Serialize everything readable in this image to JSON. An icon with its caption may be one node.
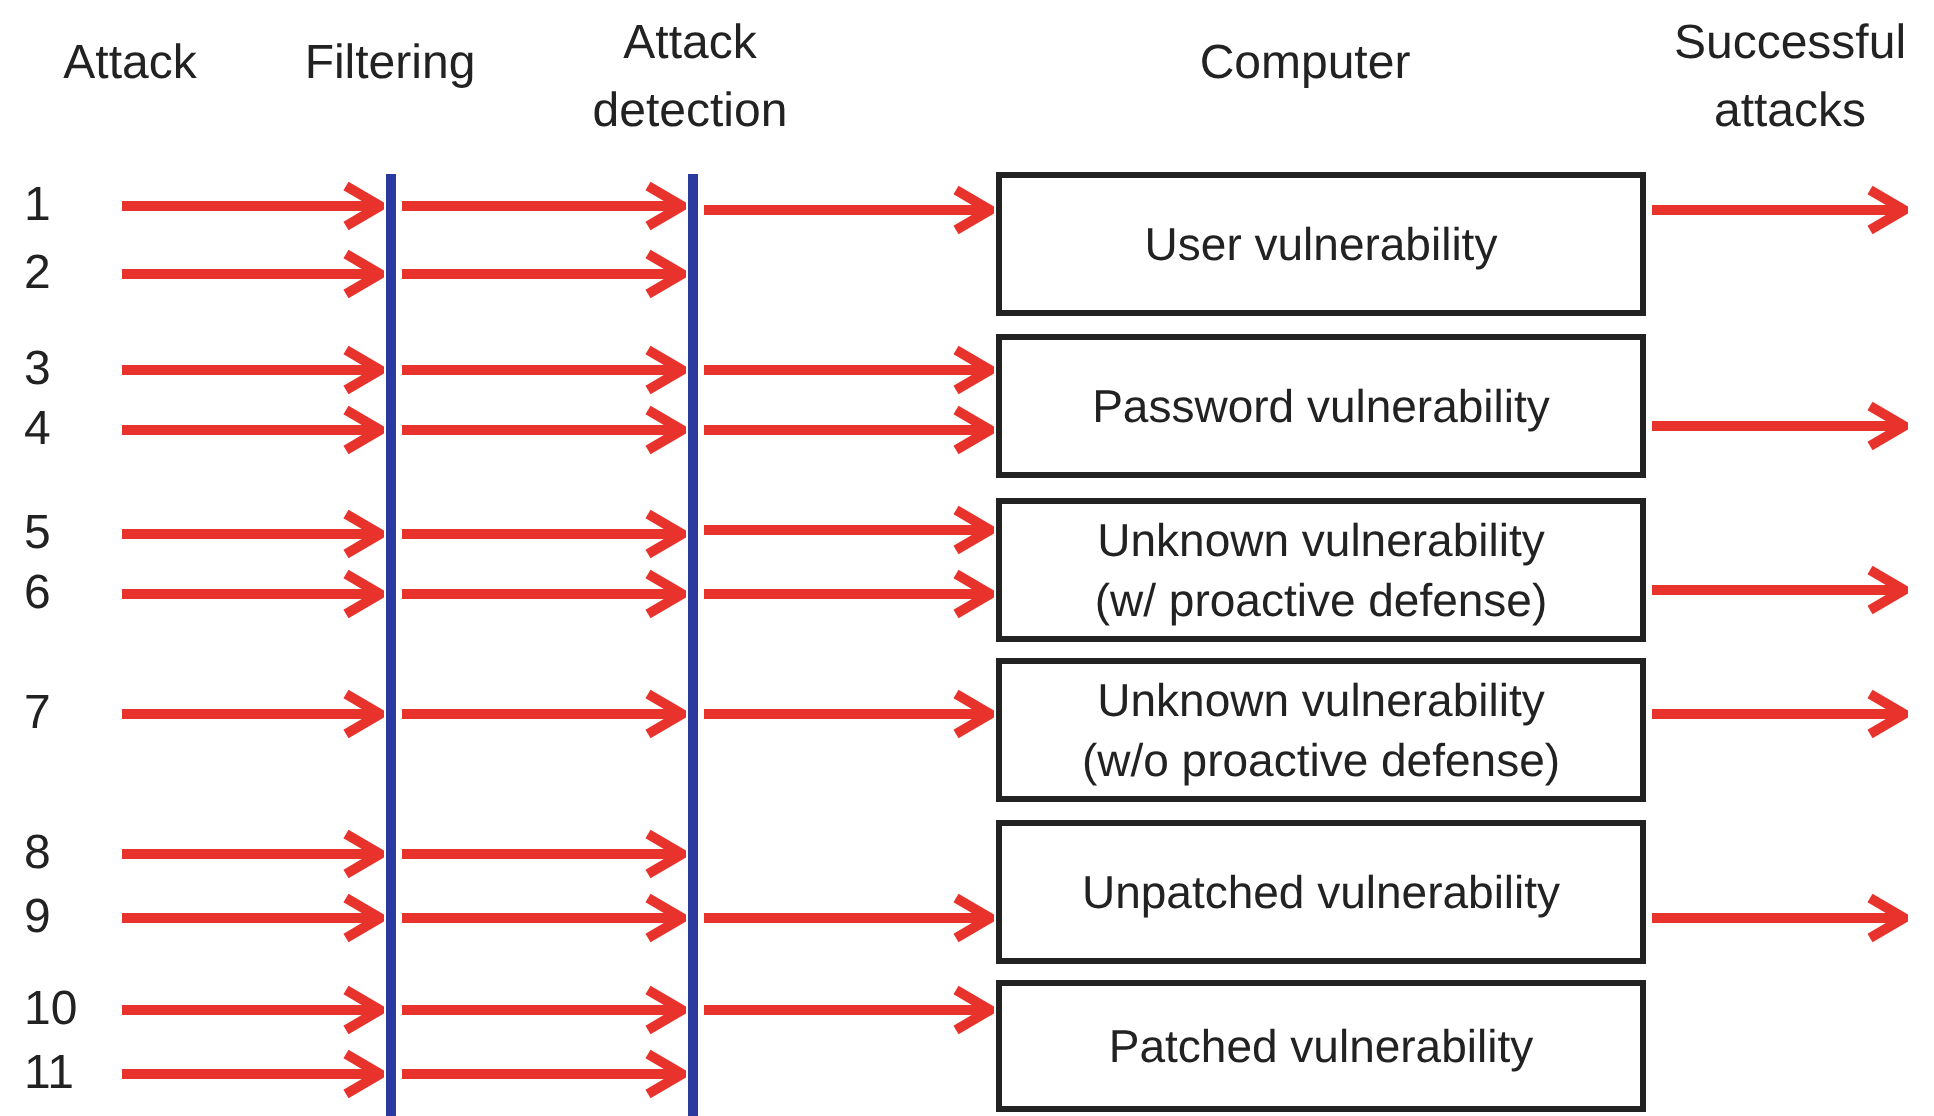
{
  "diagram": {
    "nodes": [
      {
        "text": [
          "1"
        ]
      },
      {
        "text": [
          "2"
        ]
      },
      {
        "text": [
          "3"
        ]
      },
      {
        "text": [
          "4"
        ]
      },
      {
        "text": [
          "5"
        ]
      },
      {
        "text": [
          "6"
        ]
      },
      {
        "text": [
          "7"
        ]
      },
      {
        "text": [
          "8"
        ]
      },
      {
        "text": [
          "9"
        ]
      },
      {
        "text": [
          "10"
        ]
      },
      {
        "text": [
          "11"
        ]
      },
      {
        "text": [],
        "shape": "bar"
      },
      {
        "text": [],
        "shape": "bar"
      },
      {
        "text": [
          "User vulnerability"
        ]
      },
      {
        "text": [
          "Password vulnerability"
        ]
      },
      {
        "text": [
          "Unknown vulnerability (w/ proactive defense)"
        ]
      },
      {
        "text": [
          "Unknown vulnerability (w/o proactive defense)"
        ]
      },
      {
        "text": [
          "Unpatched vulnerability"
        ]
      },
      {
        "text": [
          "Patched vulnerability"
        ]
      }
    ],
    "edges": [
      {
        "from": 0,
        "to": 11,
        "arrow": "to"
      },
      {
        "from": 1,
        "to": 11,
        "arrow": "to"
      },
      {
        "from": 2,
        "to": 11,
        "arrow": "to"
      },
      {
        "from": 3,
        "to": 11,
        "arrow": "to"
      },
      {
        "from": 4,
        "to": 11,
        "arrow": "to"
      },
      {
        "from": 5,
        "to": 11,
        "arrow": "to"
      },
      {
        "from": 6,
        "to": 11,
        "arrow": "to"
      },
      {
        "from": 7,
        "to": 11,
        "arrow": "to"
      },
      {
        "from": 8,
        "to": 11,
        "arrow": "to"
      },
      {
        "from": 9,
        "to": 11,
        "arrow": "to"
      },
      {
        "from": 10,
        "to": 11,
        "arrow": "to"
      },
      {
        "from": 11,
        "to": 12,
        "arrow": "to"
      },
      {
        "from": 11,
        "to": 12,
        "arrow": "to"
      },
      {
        "from": 11,
        "to": 12,
        "arrow": "to"
      },
      {
        "from": 11,
        "to": 12,
        "arrow": "to"
      },
      {
        "from": 11,
        "to": 12,
        "arrow": "to"
      },
      {
        "from": 11,
        "to": 12,
        "arrow": "to"
      },
      {
        "from": 11,
        "to": 12,
        "arrow": "to"
      },
      {
        "from": 11,
        "to": 12,
        "arrow": "to"
      },
      {
        "from": 11,
        "to": 12,
        "arrow": "to"
      },
      {
        "from": 11,
        "to": 12,
        "arrow": "to"
      },
      {
        "from": 11,
        "to": 12,
        "arrow": "to"
      },
      {
        "from": 12,
        "to": 13,
        "arrow": "to"
      },
      {
        "from": 12,
        "to": 14,
        "arrow": "to"
      },
      {
        "from": 12,
        "to": 14,
        "arrow": "to"
      },
      {
        "from": 12,
        "to": 15,
        "arrow": "to"
      },
      {
        "from": 12,
        "to": 15,
        "arrow": "to"
      },
      {
        "from": 12,
        "to": 16,
        "arrow": "to"
      },
      {
        "from": 12,
        "to": 17,
        "arrow": "to"
      },
      {
        "from": 12,
        "to": 18,
        "arrow": "to"
      },
      {
        "from": 13,
        "to": null,
        "arrow": "to"
      },
      {
        "from": 14,
        "to": null,
        "arrow": "to"
      },
      {
        "from": 15,
        "to": null,
        "arrow": "to"
      },
      {
        "from": 16,
        "to": null,
        "arrow": "to"
      },
      {
        "from": 17,
        "to": null,
        "arrow": "to"
      }
    ],
    "labels": [
      "Attack",
      "Filtering",
      "Attack detection",
      "Computer",
      "Successful attacks"
    ]
  }
}
